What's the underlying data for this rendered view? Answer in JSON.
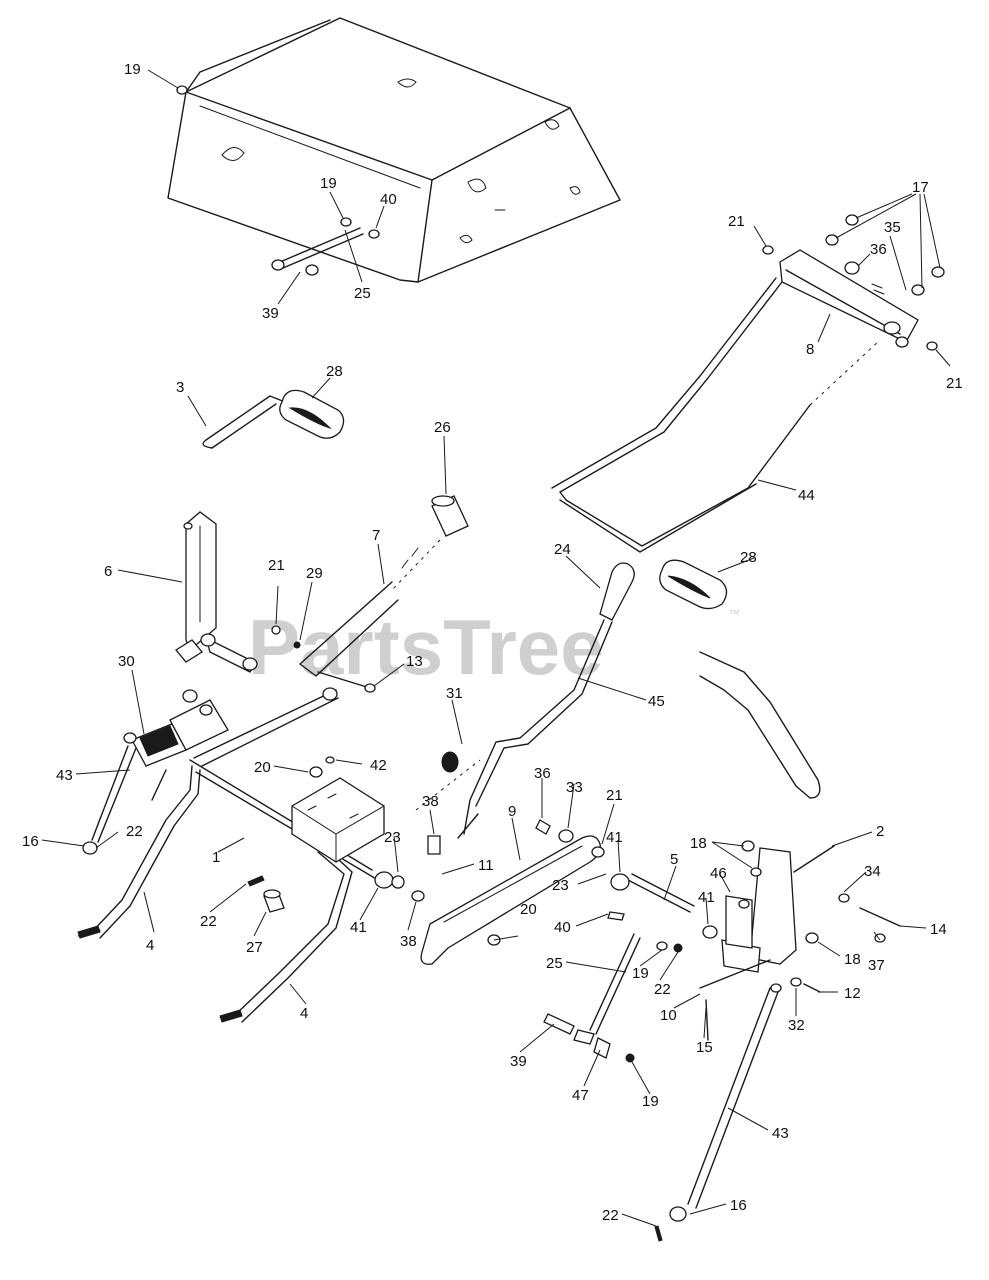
{
  "watermark": {
    "text": "PartsTree",
    "mark": "™"
  },
  "callouts": [
    {
      "id": "c1",
      "label": "19"
    },
    {
      "id": "c2",
      "label": "19"
    },
    {
      "id": "c3",
      "label": "40"
    },
    {
      "id": "c4",
      "label": "25"
    },
    {
      "id": "c5",
      "label": "39"
    },
    {
      "id": "c6",
      "label": "17"
    },
    {
      "id": "c7",
      "label": "21"
    },
    {
      "id": "c8",
      "label": "35"
    },
    {
      "id": "c9",
      "label": "36"
    },
    {
      "id": "c10",
      "label": "8"
    },
    {
      "id": "c11",
      "label": "21"
    },
    {
      "id": "c12",
      "label": "3"
    },
    {
      "id": "c13",
      "label": "28"
    },
    {
      "id": "c14",
      "label": "26"
    },
    {
      "id": "c15",
      "label": "7"
    },
    {
      "id": "c16",
      "label": "44"
    },
    {
      "id": "c17",
      "label": "6"
    },
    {
      "id": "c18",
      "label": "21"
    },
    {
      "id": "c19",
      "label": "29"
    },
    {
      "id": "c20",
      "label": "24"
    },
    {
      "id": "c21",
      "label": "28"
    },
    {
      "id": "c22",
      "label": "30"
    },
    {
      "id": "c23",
      "label": "13"
    },
    {
      "id": "c24",
      "label": "45"
    },
    {
      "id": "c25",
      "label": "31"
    },
    {
      "id": "c26",
      "label": "43"
    },
    {
      "id": "c27",
      "label": "20"
    },
    {
      "id": "c28",
      "label": "42"
    },
    {
      "id": "c29",
      "label": "36"
    },
    {
      "id": "c30",
      "label": "33"
    },
    {
      "id": "c31",
      "label": "21"
    },
    {
      "id": "c32",
      "label": "38"
    },
    {
      "id": "c33",
      "label": "9"
    },
    {
      "id": "c34",
      "label": "16"
    },
    {
      "id": "c35",
      "label": "22"
    },
    {
      "id": "c36",
      "label": "1"
    },
    {
      "id": "c37",
      "label": "23"
    },
    {
      "id": "c38",
      "label": "11"
    },
    {
      "id": "c39",
      "label": "41"
    },
    {
      "id": "c40",
      "label": "5"
    },
    {
      "id": "c41",
      "label": "18"
    },
    {
      "id": "c42",
      "label": "2"
    },
    {
      "id": "c43",
      "label": "23"
    },
    {
      "id": "c44",
      "label": "46"
    },
    {
      "id": "c45",
      "label": "34"
    },
    {
      "id": "c46",
      "label": "41"
    },
    {
      "id": "c47",
      "label": "22"
    },
    {
      "id": "c48",
      "label": "41"
    },
    {
      "id": "c49",
      "label": "20"
    },
    {
      "id": "c50",
      "label": "40"
    },
    {
      "id": "c51",
      "label": "14"
    },
    {
      "id": "c52",
      "label": "4"
    },
    {
      "id": "c53",
      "label": "27"
    },
    {
      "id": "c54",
      "label": "38"
    },
    {
      "id": "c55",
      "label": "25"
    },
    {
      "id": "c56",
      "label": "19"
    },
    {
      "id": "c57",
      "label": "18"
    },
    {
      "id": "c58",
      "label": "37"
    },
    {
      "id": "c59",
      "label": "22"
    },
    {
      "id": "c60",
      "label": "10"
    },
    {
      "id": "c61",
      "label": "12"
    },
    {
      "id": "c62",
      "label": "32"
    },
    {
      "id": "c63",
      "label": "15"
    },
    {
      "id": "c64",
      "label": "4"
    },
    {
      "id": "c65",
      "label": "39"
    },
    {
      "id": "c66",
      "label": "47"
    },
    {
      "id": "c67",
      "label": "19"
    },
    {
      "id": "c68",
      "label": "43"
    },
    {
      "id": "c69",
      "label": "22"
    },
    {
      "id": "c70",
      "label": "16"
    }
  ]
}
